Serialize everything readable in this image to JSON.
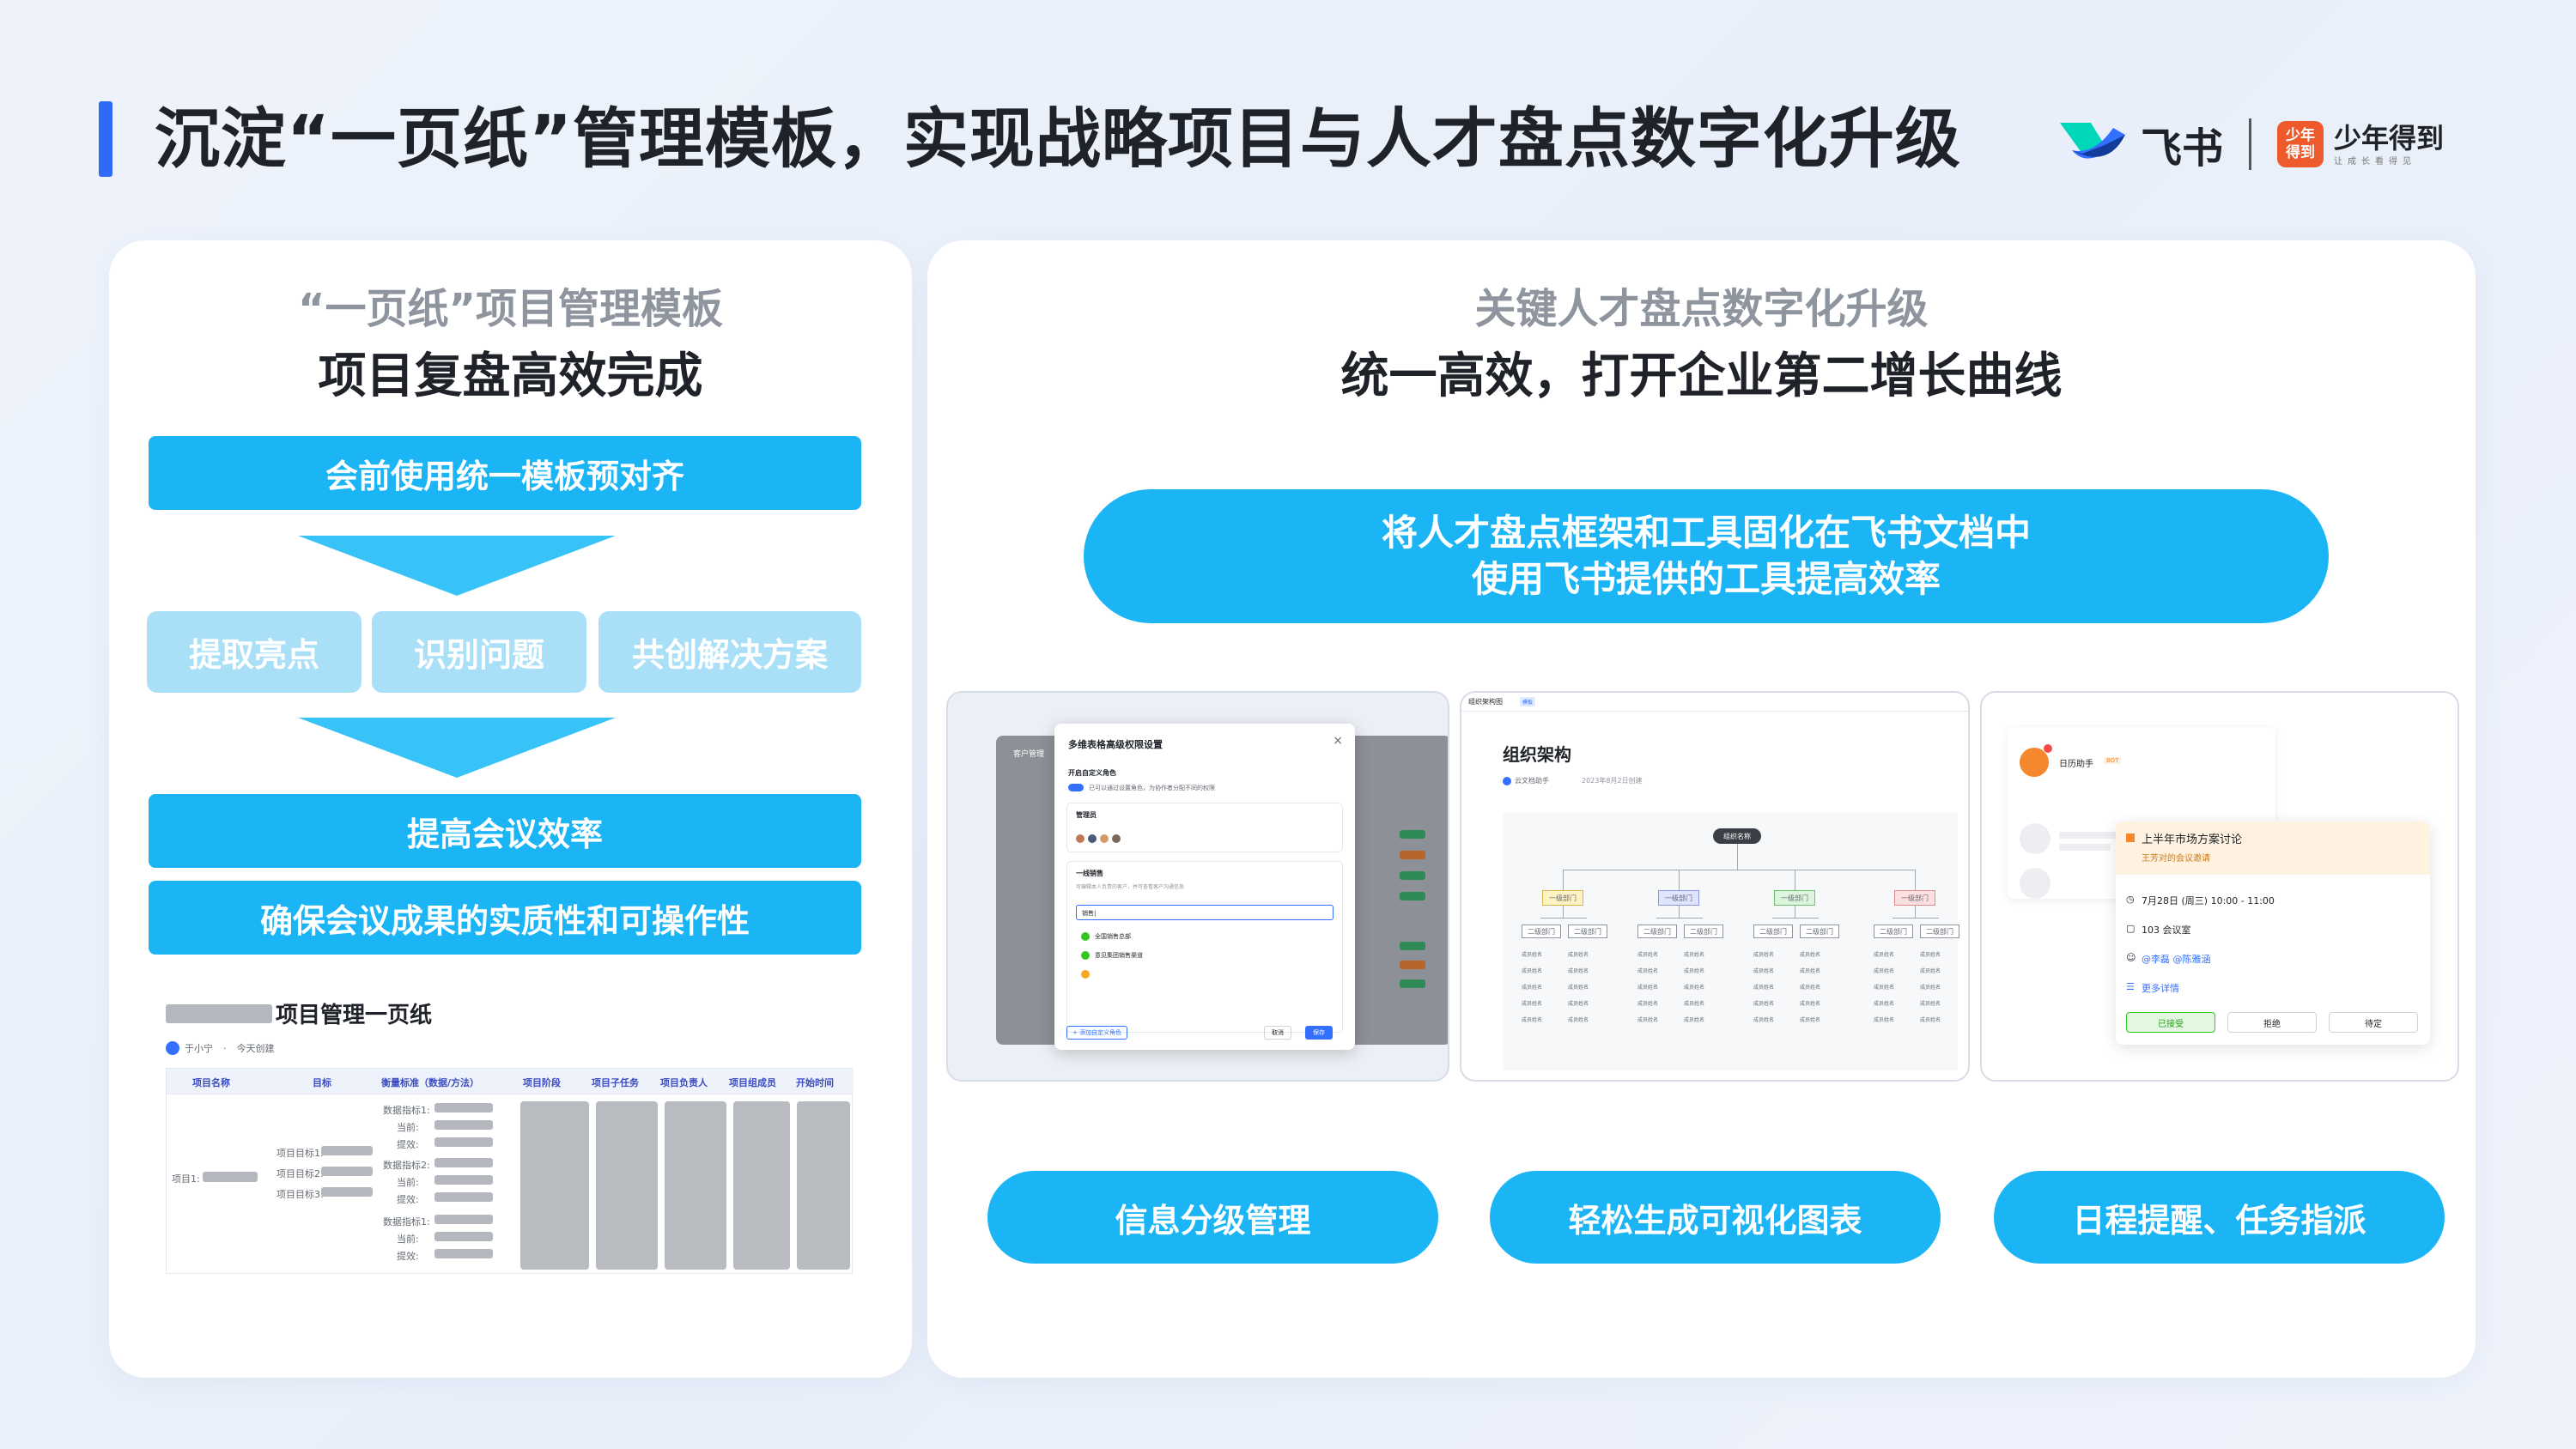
{
  "header": {
    "title": "沉淀“一页纸”管理模板，实现战略项目与人才盘点数字化升级",
    "brand_feishu": "飞书",
    "brand_snd_logo_top": "少年",
    "brand_snd_logo_bottom": "得到",
    "brand_snd_name": "少年得到",
    "brand_snd_slogan": "让成长看得见"
  },
  "left": {
    "subtitle_grey": "“一页纸”项目管理模板",
    "subtitle_black": "项目复盘高效完成",
    "step1": "会前使用统一模板预对齐",
    "boxes": [
      "提取亮点",
      "识别问题",
      "共创解决方案"
    ],
    "step2": "提高会议效率",
    "step3": "确保会议成果的实质性和可操作性",
    "doc": {
      "title": "项目管理一页纸",
      "author": "于小宁",
      "created": "今天创建",
      "headers": [
        "项目名称",
        "目标",
        "衡量标准（数据/方法）",
        "项目阶段",
        "项目子任务",
        "项目负责人",
        "项目组成员",
        "开始时间"
      ],
      "project": "项目1:",
      "goals": [
        "项目目标1:",
        "项目目标2:",
        "项目目标3:"
      ],
      "metrics": [
        "数据指标1:",
        "当前:",
        "提效:",
        "数据指标2:",
        "当前:",
        "提效:",
        "数据指标1:",
        "当前:",
        "提效:"
      ]
    }
  },
  "right": {
    "subtitle_grey": "关键人才盘点数字化升级",
    "subtitle_black": "统一高效，打开企业第二增长曲线",
    "banner_line1": "将人才盘点框架和工具固化在飞书文档中",
    "banner_line2": "使用飞书提供的工具提高效率",
    "shot1": {
      "dialog_title": "多维表格高级权限设置",
      "label_role": "开启自定义角色",
      "toggle_text": "已可以通过设置角色，为协作者分配不同的权限",
      "group_manager": "管理员",
      "group_sales": "一线销售",
      "sales_desc": "可编辑本人负责的客户，并可查看客户沟通信息",
      "search_placeholder": "销售|",
      "options": [
        "全国销售总部",
        "意见集团销售渠道"
      ],
      "add_role": "+ 添加自定义角色",
      "cancel": "取消",
      "save": "保存",
      "bg_title": "客户管理"
    },
    "shot2": {
      "tab": "组织架构图",
      "tab_badge": "模板",
      "title": "组织架构",
      "author": "云文档助手",
      "date": "2023年8月2日创建",
      "root": "组织名称",
      "depts": [
        "一级部门",
        "一级部门",
        "一级部门",
        "一级部门"
      ],
      "sub": "二级部门",
      "leaf": "成员姓名"
    },
    "shot3": {
      "app": "日历助手",
      "bot": "BOT",
      "event_title": "上半年市场方案讨论",
      "event_sub": "王芳对的会议邀请",
      "time": "7月28日 (周三) 10:00 - 11:00",
      "room": "103 会议室",
      "people": "@李磊 @陈雅涵",
      "more": "更多详情",
      "accept": "已接受",
      "decline": "拒绝",
      "pending": "待定"
    },
    "pills": [
      "信息分级管理",
      "轻松生成可视化图表",
      "日程提醒、任务指派"
    ]
  },
  "colors": {
    "accent_blue": "#1bb5f5",
    "light_blue": "#a9e0f8",
    "title_bar": "#2f6bf6",
    "brand_orange": "#ef5a2c"
  }
}
